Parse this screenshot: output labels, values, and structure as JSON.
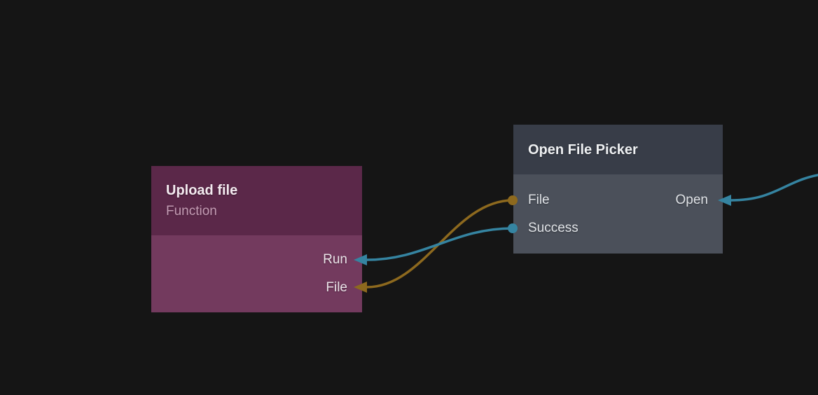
{
  "app": {
    "view": "node-flow-canvas"
  },
  "colors": {
    "background": "#151515",
    "teal": "#3584a1",
    "gold": "#8d691e",
    "upload_header_bg": "#5b2849",
    "upload_body_bg": "#733a5e",
    "picker_header_bg": "#383d48",
    "picker_body_bg": "#4b505a"
  },
  "nodes": {
    "upload": {
      "title": "Upload file",
      "subtitle": "Function",
      "inputs": [
        {
          "label": "Run",
          "wire_color": "#3584a1"
        },
        {
          "label": "File",
          "wire_color": "#8d691e"
        }
      ]
    },
    "picker": {
      "title": "Open File Picker",
      "left_ports": [
        {
          "label": "File",
          "dot_color": "#8d691e"
        },
        {
          "label": "Success",
          "dot_color": "#3584a1"
        }
      ],
      "right_ports": [
        {
          "label": "Open",
          "wire_color": "#3584a1"
        }
      ]
    }
  },
  "wires": [
    {
      "name": "picker-file-to-upload-file",
      "color": "#8d691e"
    },
    {
      "name": "picker-success-to-upload-run",
      "color": "#3584a1"
    },
    {
      "name": "offscreen-right-to-picker-open",
      "color": "#3584a1"
    }
  ]
}
